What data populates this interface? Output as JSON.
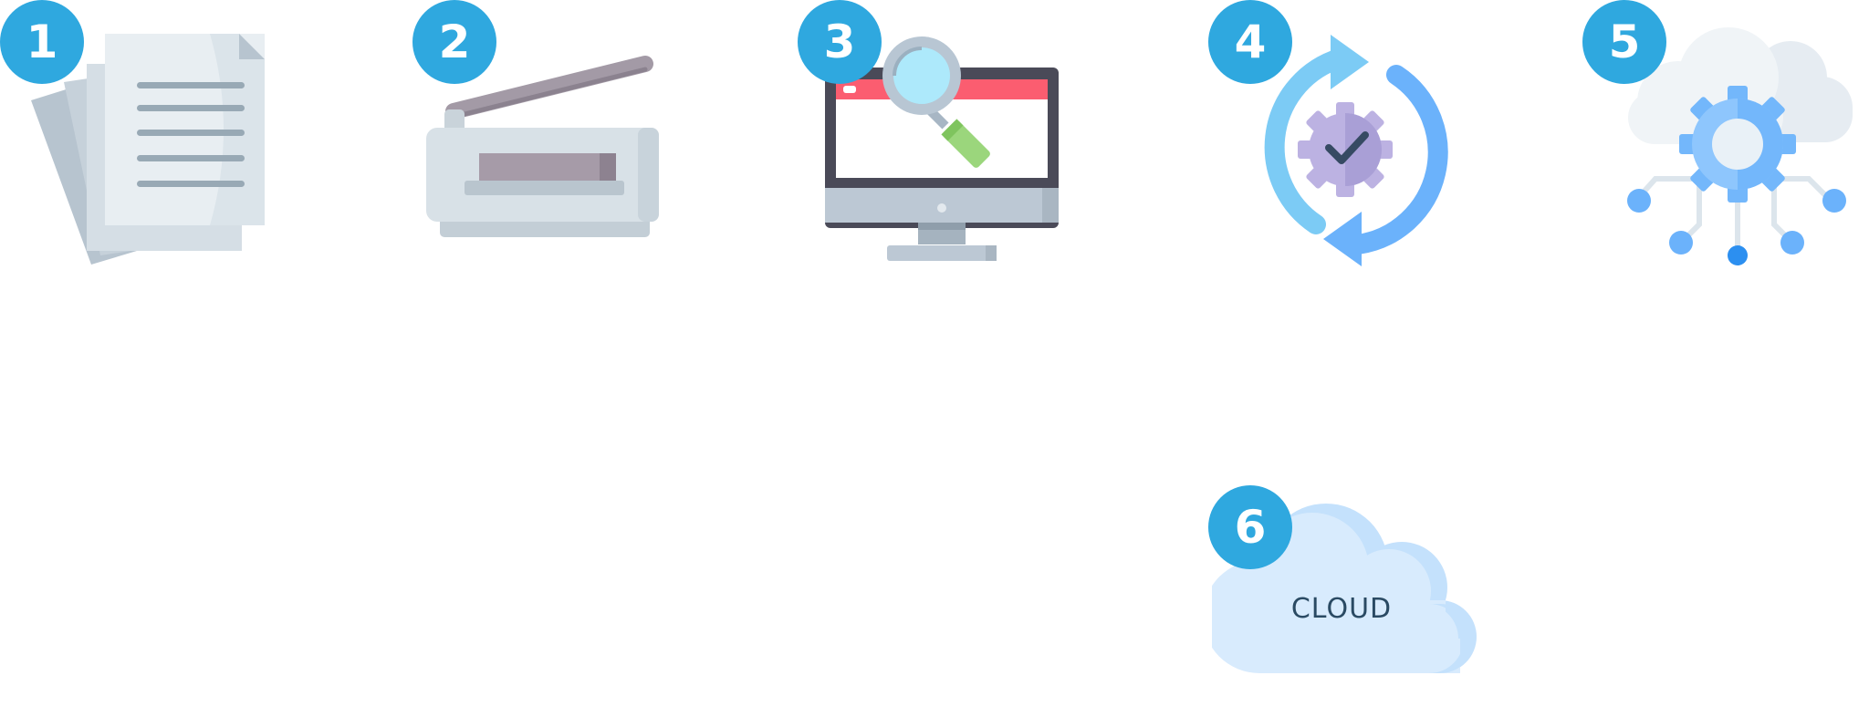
{
  "theme": {
    "badge_color": "#2fa8df",
    "badge_text_color": "#ffffff"
  },
  "steps": [
    {
      "number": "1",
      "icon": "documents-icon"
    },
    {
      "number": "2",
      "icon": "scanner-icon"
    },
    {
      "number": "3",
      "icon": "monitor-search-icon"
    },
    {
      "number": "4",
      "icon": "sync-gear-check-icon"
    },
    {
      "number": "5",
      "icon": "cloud-gear-network-icon"
    },
    {
      "number": "6",
      "icon": "cloud-icon",
      "label": "CLOUD"
    }
  ]
}
